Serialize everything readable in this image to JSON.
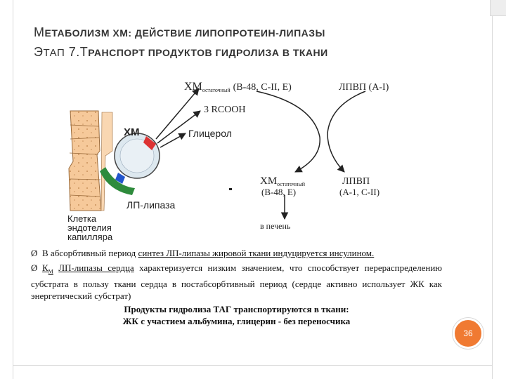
{
  "slide": {
    "title_line1_initial": "М",
    "title_line1_rest": "ЕТАБОЛИЗМ ХМ: ДЕЙСТВИЕ ЛИПОПРОТЕИН-ЛИПАЗЫ",
    "title_line2_initial": "Э",
    "title_line2_small": "ТАП",
    "title_line2_num": " 7.",
    "title_line2_initial2": "Т",
    "title_line2_rest": "РАНСПОРТ ПРОДУКТОВ ГИДРОЛИЗА В ТКАНИ",
    "page_number": "36",
    "accent_color": "#f07a32"
  },
  "diagram": {
    "hm_label": "ХМ",
    "glycerol_label": "Глицерол",
    "rcooh_label": "3 RCOOH",
    "lp_lipase_label": "ЛП-липаза",
    "cell_label_1": "Клетка",
    "cell_label_2": "эндотелия",
    "cell_label_3": "капилляра",
    "hm_residual_top": "ХМ",
    "hm_residual_top_sub": "остаточный",
    "hm_residual_top_apo": "(B-48, C-II, E)",
    "hdl_top": "ЛПВП (A-I)",
    "hm_residual_bottom": "ХМ",
    "hm_residual_bottom_sub": "остаточный",
    "hm_residual_bottom_apo": "(B-48, E)",
    "hdl_bottom": "ЛПВП",
    "hdl_bottom_apo": "(A-1, C-II)",
    "to_liver": "в печень"
  },
  "text": {
    "bullet_symbol": "Ø",
    "line1_pre": "В абсорбтивный период ",
    "line1_underlined": "синтез ЛП-липазы жировой ткани индуцируется инсулином.",
    "line2_km": "К",
    "line2_km_sub": "М",
    "line2_after_km": " ",
    "line2_underlined": "ЛП-липазы сердца",
    "line2_rest": " характеризуется низким значением, что способствует перераспределению субстрата в пользу ткани сердца в постабсорбтивный период (сердце активно использует ЖК как энергетический субстрат)",
    "bold_line1": "Продукты гидролиза ТАГ транспортируются в ткани:",
    "bold_line2": "ЖК с участием альбумина, глицерин - без переносчика"
  }
}
